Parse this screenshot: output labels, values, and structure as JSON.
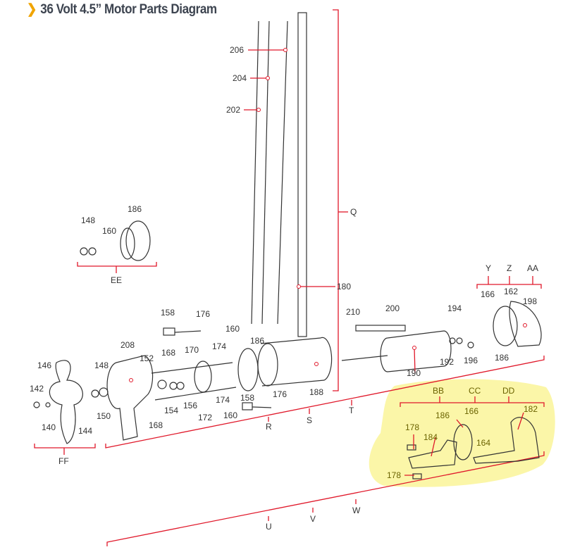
{
  "title": "36 Volt 4.5” Motor Parts Diagram",
  "title_icon": "chevron-right-icon",
  "colors": {
    "accent": "#f0a400",
    "callout": "#e0182a",
    "highlight": "#fbf6a8"
  },
  "callouts": {
    "p206": "206",
    "p204": "204",
    "p202": "202",
    "q": "Q",
    "ee186": "186",
    "ee148": "148",
    "ee160": "160",
    "ee": "EE",
    "p180": "180",
    "y": "Y",
    "z": "Z",
    "aa": "AA",
    "p166": "166",
    "p162": "162",
    "p198": "198",
    "p210": "210",
    "p200": "200",
    "p194": "194",
    "p158a": "158",
    "p176a": "176",
    "p160a": "160",
    "p186a": "186",
    "p174a": "174",
    "p208": "208",
    "p168a": "168",
    "p170": "170",
    "p152": "152",
    "p148": "148",
    "p146": "146",
    "p186b": "186",
    "p192": "192",
    "p196": "196",
    "p190": "190",
    "p142": "142",
    "p188": "188",
    "p150": "150",
    "p154": "154",
    "p156": "156",
    "p174b": "174",
    "p176b": "176",
    "p158b": "158",
    "p160b": "160",
    "p172": "172",
    "p168b": "168",
    "p140": "140",
    "p144": "144",
    "r": "R",
    "s": "S",
    "t": "T",
    "ff": "FF",
    "bb": "BB",
    "cc": "CC",
    "dd": "DD",
    "hl186": "186",
    "hl166": "166",
    "hl182": "182",
    "hl178a": "178",
    "hl184": "184",
    "hl164": "164",
    "hl178b": "178",
    "u": "U",
    "v": "V",
    "w": "W"
  }
}
